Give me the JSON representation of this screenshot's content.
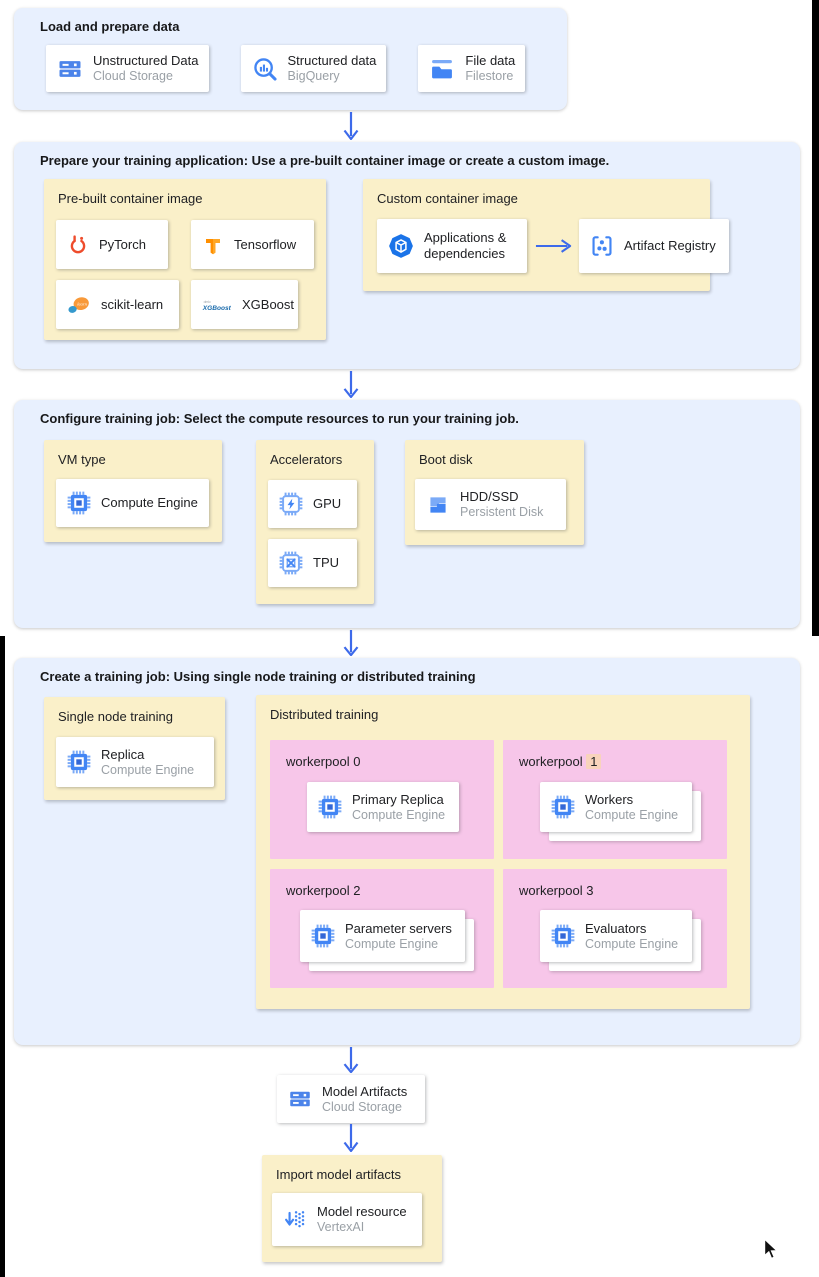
{
  "colors": {
    "panel_blue": "#E8F0FE",
    "box_yellow": "#FAF0C9",
    "box_pink": "#F7C6E9",
    "arrow_blue": "#3D6AEA",
    "accent_blue": "#4285F4",
    "highlight_peach": "#F8D3BC"
  },
  "icons": [
    "cloud-storage-icon",
    "bigquery-icon",
    "filestore-icon",
    "pytorch-icon",
    "tensorflow-icon",
    "scikit-learn-icon",
    "xgboost-icon",
    "applications-box-icon",
    "artifact-registry-icon",
    "compute-engine-icon",
    "gpu-icon",
    "tpu-icon",
    "persistent-disk-icon",
    "vertex-ai-icon",
    "mouse-cursor-icon"
  ],
  "flow": {
    "load": {
      "title": "Load and prepare data",
      "cards": [
        {
          "title": "Unstructured Data",
          "subtitle": "Cloud Storage"
        },
        {
          "title": "Structured data",
          "subtitle": "BigQuery"
        },
        {
          "title": "File data",
          "subtitle": "Filestore"
        }
      ]
    },
    "prepare": {
      "title": "Prepare your training application: Use a pre-built container image or create a custom image.",
      "prebuilt": {
        "label": "Pre-built container image",
        "cards": [
          {
            "title": "PyTorch"
          },
          {
            "title": "Tensorflow"
          },
          {
            "title": "scikit-learn"
          },
          {
            "title": "XGBoost"
          }
        ]
      },
      "custom": {
        "label": "Custom container image",
        "source": {
          "title": "Applications & dependencies"
        },
        "target": {
          "title": "Artifact Registry"
        }
      }
    },
    "configure": {
      "title": "Configure training job: Select the compute resources to run your training job.",
      "vm_type": {
        "label": "VM type",
        "card": {
          "title": "Compute Engine"
        }
      },
      "accelerators": {
        "label": "Accelerators",
        "cards": [
          {
            "title": "GPU"
          },
          {
            "title": "TPU"
          }
        ]
      },
      "boot_disk": {
        "label": "Boot disk",
        "card": {
          "title": "HDD/SSD",
          "subtitle": "Persistent Disk"
        }
      }
    },
    "create": {
      "title": "Create a training job: Using single node training or distributed training",
      "single": {
        "label": "Single node training",
        "card": {
          "title": "Replica",
          "subtitle": "Compute Engine"
        }
      },
      "distributed": {
        "label": "Distributed training",
        "pools": [
          {
            "name": "workerpool",
            "num": "0",
            "card": {
              "title": "Primary Replica",
              "subtitle": "Compute Engine"
            }
          },
          {
            "name": "workerpool",
            "num": "1",
            "card": {
              "title": "Workers",
              "subtitle": "Compute Engine"
            }
          },
          {
            "name": "workerpool",
            "num": "2",
            "card": {
              "title": "Parameter servers",
              "subtitle": "Compute Engine"
            }
          },
          {
            "name": "workerpool",
            "num": "3",
            "card": {
              "title": "Evaluators",
              "subtitle": "Compute Engine"
            }
          }
        ]
      }
    },
    "model_artifacts": {
      "title": "Model Artifacts",
      "subtitle": "Cloud Storage"
    },
    "import_model": {
      "label": "Import model artifacts",
      "card": {
        "title": "Model resource",
        "subtitle": "VertexAI"
      }
    }
  }
}
